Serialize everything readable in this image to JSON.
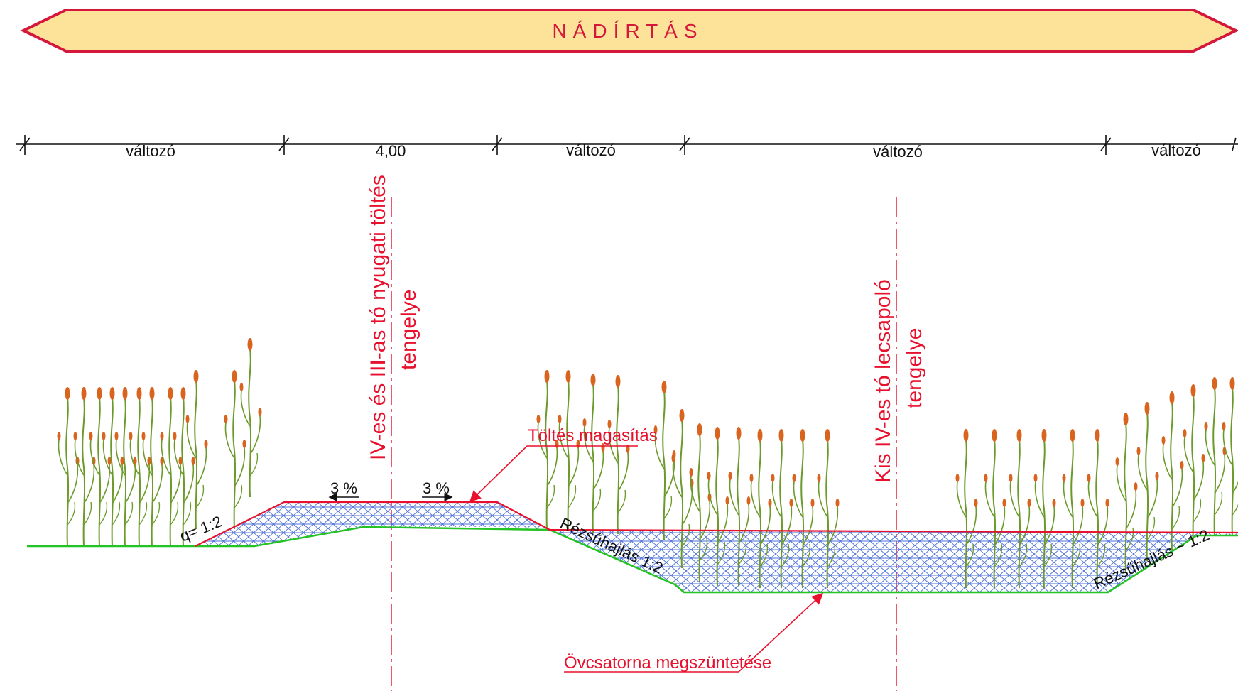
{
  "banner": {
    "title": "NÁDÍRTÁS",
    "fill": "#fde29a",
    "stroke": "#d4173b",
    "text_color": "#d4173b"
  },
  "dimensions": [
    "változó",
    "4,00",
    "változó",
    "változó",
    "változó"
  ],
  "axes": {
    "left": [
      "IV-es és III-as tó nyugati töltés",
      "tengelye"
    ],
    "right": [
      "Kis IV-es tó lecsapoló",
      "tengelye"
    ]
  },
  "slopes": {
    "left_small": "q= 1:2",
    "left_bank": "Rézsűhajlás 1:2",
    "right_bank": "Rézsűhajlás ~ 1:2"
  },
  "gradients": {
    "left": "3 %",
    "right": "3 %"
  },
  "callouts": {
    "embankment": "Töltés magasítás",
    "ditch": "Övcsatorna megszüntetése"
  },
  "colors": {
    "ground": "#22c322",
    "fill_top": "#e8112d",
    "hatch": "#4a6fd8",
    "reed_stem": "#6b9a2a",
    "reed_head": "#d8641e"
  },
  "icons": {
    "reed": "reed-plant-icon",
    "arrow": "arrow-icon"
  }
}
